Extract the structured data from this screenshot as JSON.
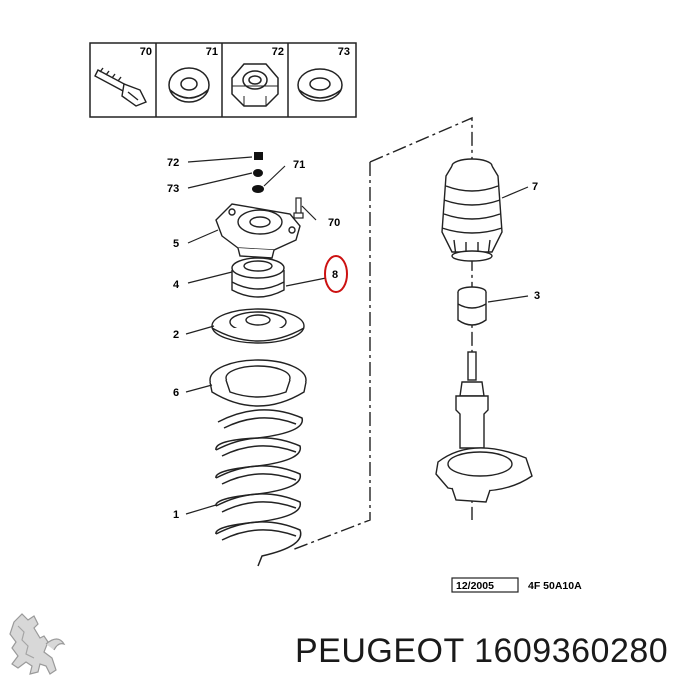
{
  "legend_boxes": [
    {
      "number": "70",
      "icon": "bolt-icon"
    },
    {
      "number": "71",
      "icon": "washer-icon"
    },
    {
      "number": "72",
      "icon": "nut-icon"
    },
    {
      "number": "73",
      "icon": "washer-icon"
    }
  ],
  "callouts": {
    "c72": "72",
    "c73": "73",
    "c71": "71",
    "c70": "70",
    "c5": "5",
    "c4": "4",
    "c8": "8",
    "c2": "2",
    "c6": "6",
    "c1": "1",
    "c7": "7",
    "c3": "3"
  },
  "footer": {
    "date_code": "12/2005",
    "ref_code": "4F 50A10A"
  },
  "brand": {
    "logo": "lion-logo-icon",
    "caption": "PEUGEOT 1609360280"
  },
  "colors": {
    "line": "#222222",
    "highlight": "#cc1111"
  }
}
